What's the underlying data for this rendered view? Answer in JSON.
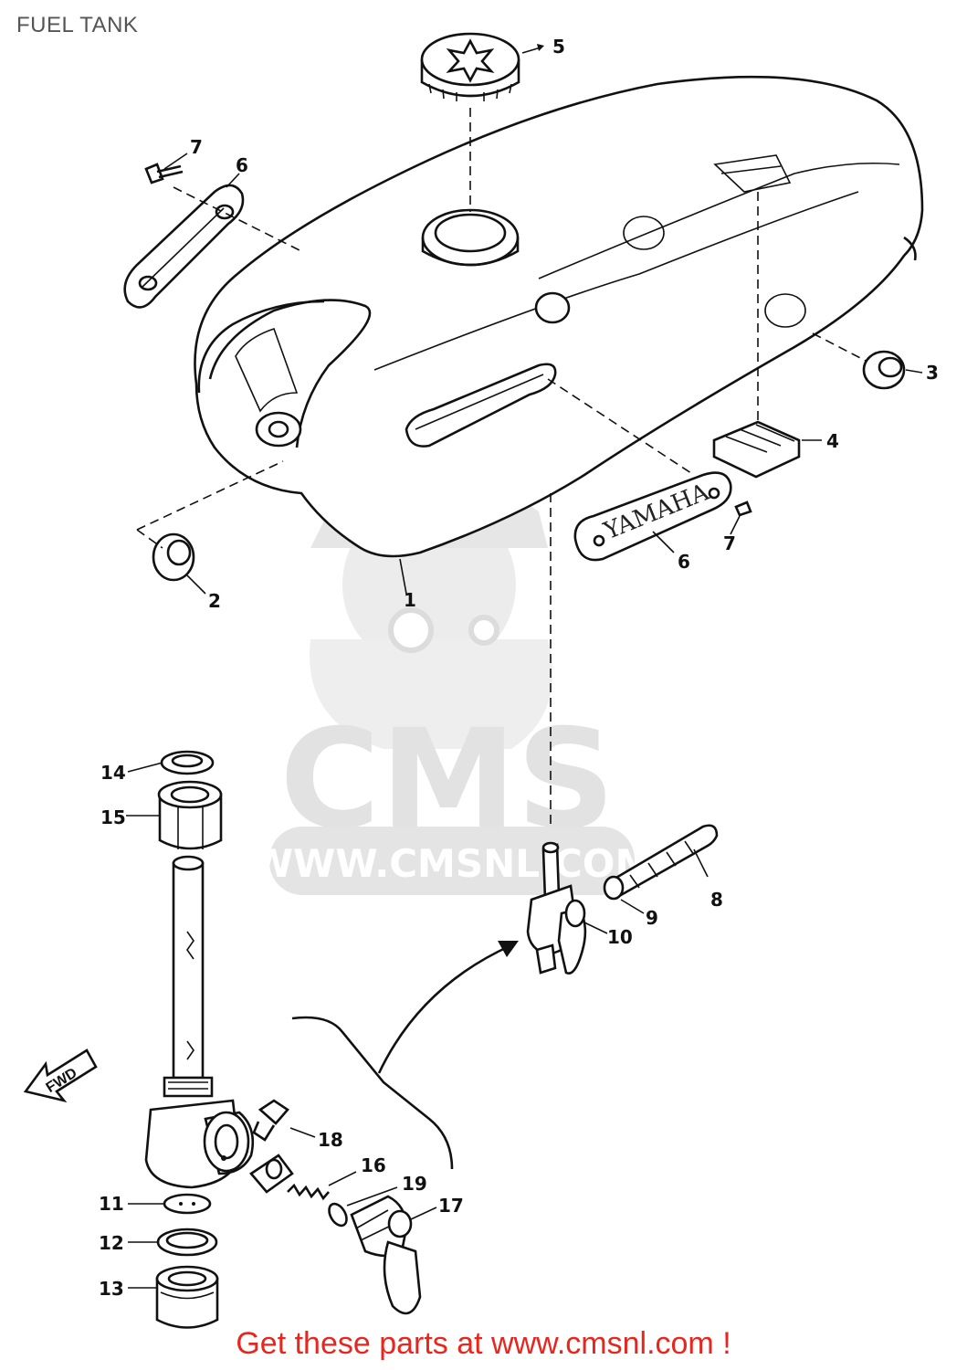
{
  "title": "FUEL TANK",
  "footer": "Get these parts at www.cmsnl.com !",
  "watermark": {
    "brand": "CMS",
    "url": "WWW.CMSNL.COM"
  },
  "emblem_text": "YAMAHA",
  "direction_label": "FWD",
  "callouts": {
    "c1": "1",
    "c2": "2",
    "c3": "3",
    "c4": "4",
    "c5": "5",
    "c6a": "6",
    "c6b": "6",
    "c7a": "7",
    "c7b": "7",
    "c8": "8",
    "c9": "9",
    "c10": "10",
    "c11": "11",
    "c12": "12",
    "c13": "13",
    "c14": "14",
    "c15": "15",
    "c16": "16",
    "c17": "17",
    "c18": "18",
    "c19": "19"
  },
  "colors": {
    "footer": "#e8261e",
    "title": "#555555",
    "watermark": "#e2e2e2",
    "ink": "#111111"
  }
}
